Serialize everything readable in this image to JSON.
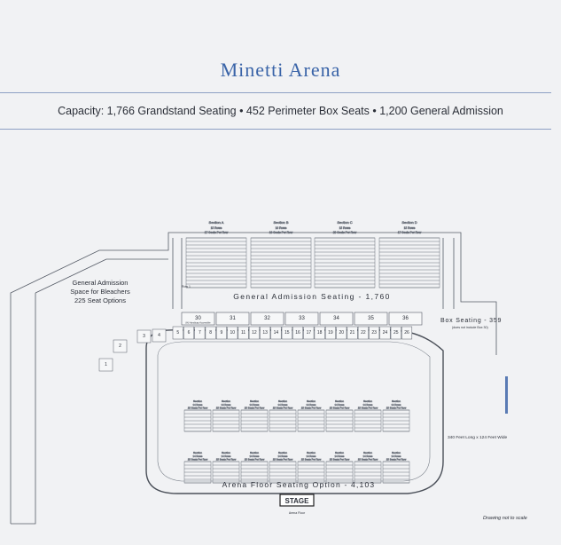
{
  "header": {
    "title": "Minetti Arena",
    "capacity": "Capacity: 1,766 Grandstand Seating • 452 Perimeter Box Seats • 1,200 General Admission"
  },
  "labels": {
    "ga_bleachers": [
      "General Admission",
      "Space for Bleachers",
      "225 Seat Options"
    ],
    "ga_seating": "General Admission Seating - 1,760",
    "box_seating": "Box Seating - 359",
    "box_note": "(does not include Box 30)",
    "arena_floor": "Arena Floor Seating Option - 4,103",
    "stage": "STAGE",
    "stage_sub": "Arena Floor",
    "dimensions": "340 Feet Long x 124 Feet Wide",
    "drawing_note": "Drawing not to scale",
    "row_1": "Row 1"
  },
  "grandstand_sections": [
    {
      "name": "Section A",
      "rows": "15 Rows",
      "seats": "17 Seats Per Row"
    },
    {
      "name": "Section B",
      "rows": "16 Rows",
      "seats": "18 Seats Per Row"
    },
    {
      "name": "Section C",
      "rows": "15 Rows",
      "seats": "20 Seats Per Row"
    },
    {
      "name": "Section D",
      "rows": "15 Rows",
      "seats": "17 Seats Per Row"
    }
  ],
  "boxes_upper": [
    "30",
    "31",
    "32",
    "33",
    "34",
    "35",
    "36"
  ],
  "boxes_upper_sub": "(H) Handicap Accessible",
  "boxes_lower": [
    "5",
    "6",
    "7",
    "8",
    "9",
    "10",
    "11",
    "12",
    "13",
    "14",
    "15",
    "16",
    "17",
    "18",
    "19",
    "20",
    "21",
    "22",
    "23",
    "24",
    "25",
    "26"
  ],
  "boxes_side": [
    "1",
    "2",
    "3",
    "4"
  ],
  "floor_section_label": "Section",
  "floor_rows": "14 Rows",
  "floor_seats": "15 Seats Per Row"
}
